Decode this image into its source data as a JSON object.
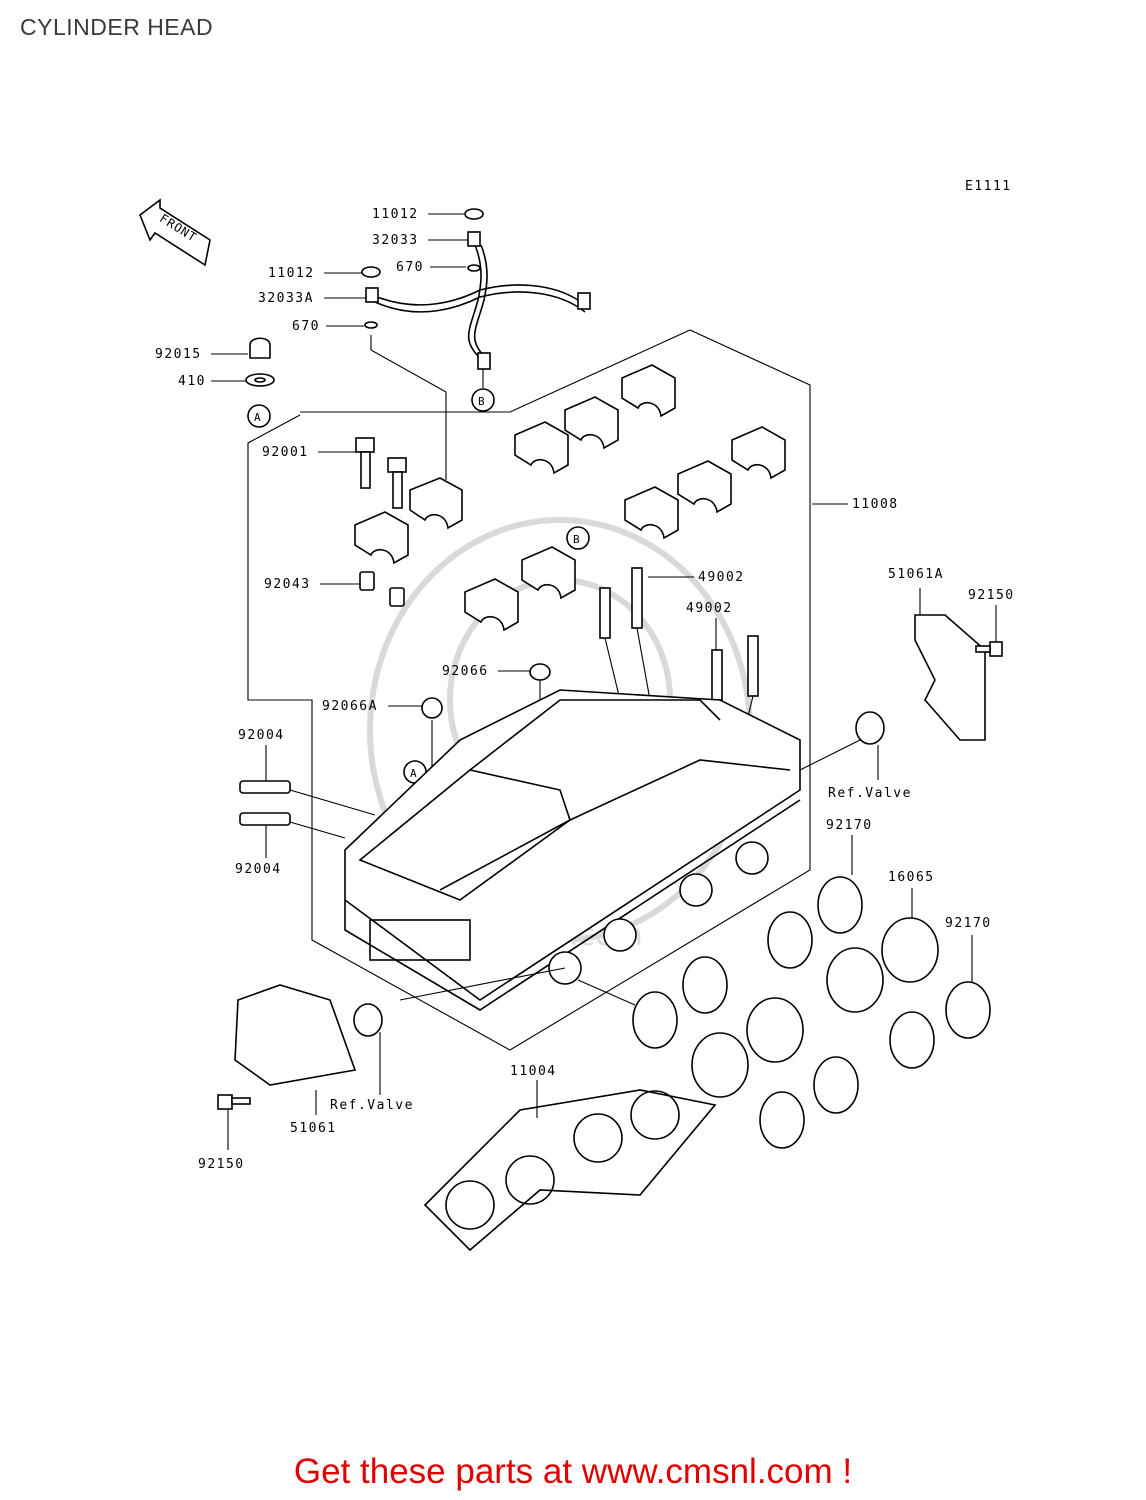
{
  "title": "CYLINDER HEAD",
  "diagram_code": "E1111",
  "front_label": "FRONT",
  "callout_a": "A",
  "callout_b": "B",
  "parts": {
    "p11012_top": "11012",
    "p32033": "32033",
    "p670_top": "670",
    "p11012_left": "11012",
    "p32033a": "32033A",
    "p670_left": "670",
    "p92015": "92015",
    "p410": "410",
    "p92001": "92001",
    "p11008": "11008",
    "p92043": "92043",
    "p49002_a": "49002",
    "p49002_b": "49002",
    "p51061a": "51061A",
    "p92150_right": "92150",
    "p92066": "92066",
    "p92066a": "92066A",
    "p92004_top": "92004",
    "p92004_bottom": "92004",
    "ref_valve_right": "Ref.Valve",
    "p92170_left": "92170",
    "p16065": "16065",
    "p92170_right": "92170",
    "p11004": "11004",
    "ref_valve_left": "Ref.Valve",
    "p51061": "51061",
    "p92150_left": "92150"
  },
  "footer": "Get these parts at www.cmsnl.com !",
  "colors": {
    "footer": "#e00000",
    "title": "#3a3a3a",
    "lines": "#000000",
    "watermark": "#d9d9d9"
  }
}
